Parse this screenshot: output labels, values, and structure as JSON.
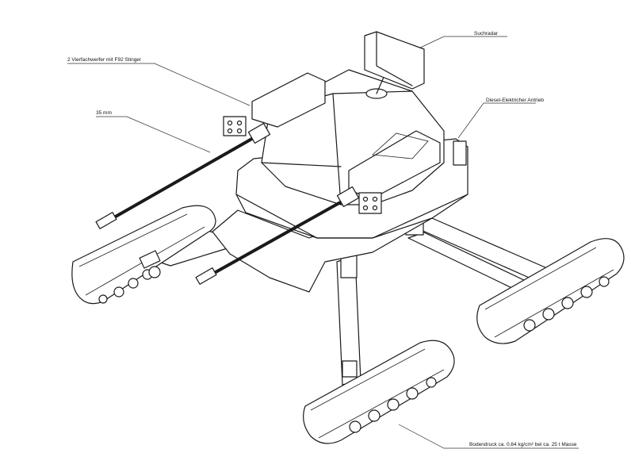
{
  "labels": {
    "radar": "Suchradar",
    "launcher": "2 Vierfachwerfer mit F92 Stinger",
    "gun": "35 mm",
    "drive": "Diesel-Elektricher Antrieb",
    "ground_pressure": "Bodendruck ca. 0,64 kg/cm² bei ca. 25 t Masse"
  }
}
